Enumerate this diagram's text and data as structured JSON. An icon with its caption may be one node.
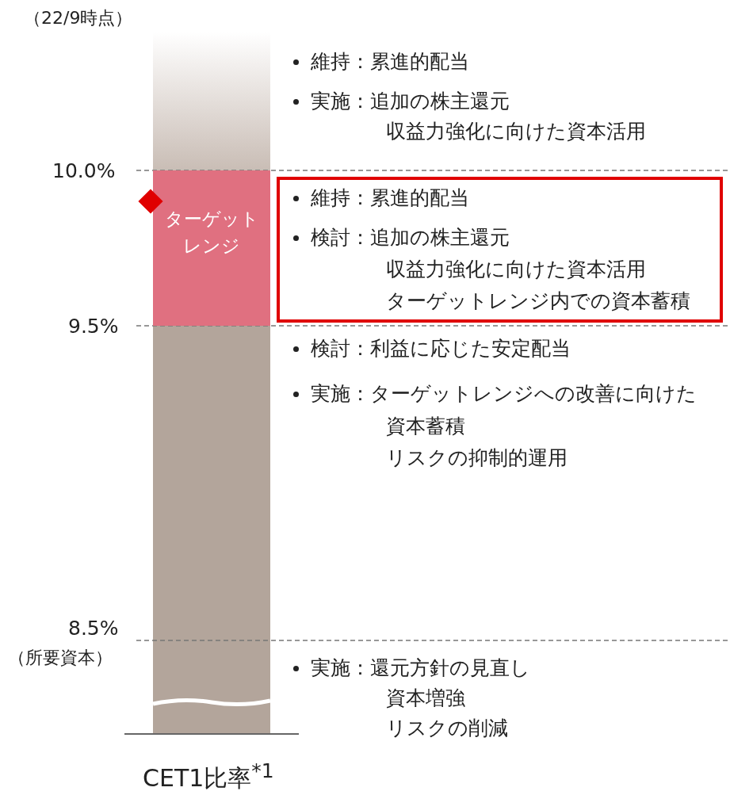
{
  "diagram": {
    "nodes": [
      {
        "text": [
          "ターゲットレンジ"
        ]
      },
      {
        "text": [
          "維持：累進的配当",
          "検討：追加の株主還元",
          "収益力強化に向けた資本活用",
          "ターゲットレンジ内での資本蓄積"
        ]
      }
    ],
    "labels": [
      "（22/9時点）",
      "維持：累進的配当",
      "実施：追加の株主還元",
      "収益力強化に向けた資本活用",
      "10.0%",
      "9.5%",
      "検討：利益に応じた安定配当",
      "実施：ターゲットレンジへの改善に向けた",
      "資本蓄積",
      "リスクの抑制的運用",
      "8.5%",
      "（所要資本）",
      "実施：還元方針の見直し",
      "資本増強",
      "リスクの削減",
      "CET1比率$^{*1}$"
    ]
  }
}
